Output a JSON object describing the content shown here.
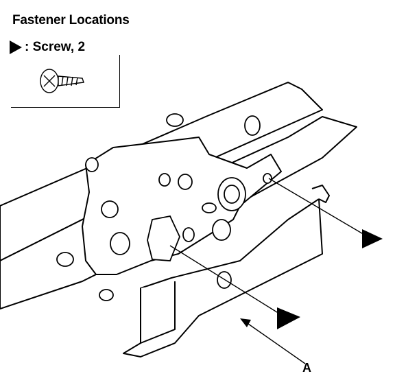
{
  "header": {
    "title": "Fastener Locations"
  },
  "legend": {
    "marker_icon": "filled-triangle-arrow",
    "label": ": Screw, 2"
  },
  "callouts": {
    "part_a": "A"
  },
  "colors": {
    "line": "#000000",
    "background": "#ffffff"
  }
}
